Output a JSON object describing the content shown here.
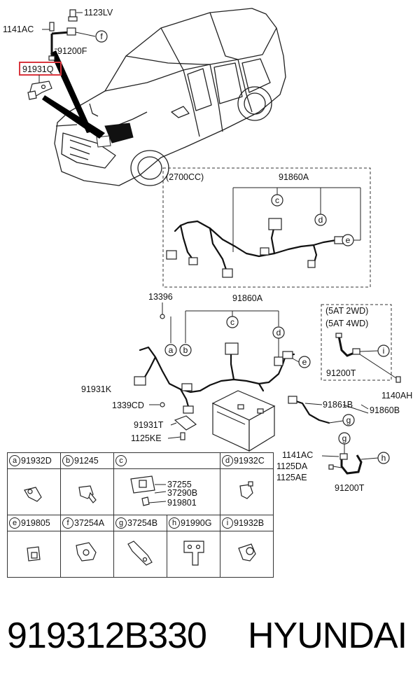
{
  "labels": {
    "p1123LV": "1123LV",
    "p1141AC_top": "1141AC",
    "p91200F": "91200F",
    "p91931Q": "91931Q",
    "variant_2700": "(2700CC)",
    "p91860A_top": "91860A",
    "p13396": "13396",
    "p91860A_mid": "91860A",
    "variant_5at2wd": "(5AT 2WD)",
    "variant_5at4wd": "(5AT 4WD)",
    "p91200T_right": "91200T",
    "p1140AH": "1140AH",
    "p91931K": "91931K",
    "p1339CD": "1339CD",
    "p91861B": "91861B",
    "p91860B": "91860B",
    "p91931T": "91931T",
    "p1125KE": "1125KE",
    "p1141AC_low": "1141AC",
    "p1125DA": "1125DA",
    "p1125AE": "1125AE",
    "p91200T_low": "91200T"
  },
  "callouts": {
    "a": "a",
    "b": "b",
    "c": "c",
    "d": "d",
    "e": "e",
    "f": "f",
    "g": "g",
    "h": "h",
    "i": "i"
  },
  "legend": {
    "row1": [
      {
        "tag": "a",
        "part": "91932D"
      },
      {
        "tag": "b",
        "part": "91245"
      },
      {
        "tag": "c",
        "part": "",
        "sub": [
          "37255",
          "37290B",
          "919801"
        ]
      },
      {
        "tag": "d",
        "part": "91932C"
      }
    ],
    "row2": [
      {
        "tag": "e",
        "part": "919805"
      },
      {
        "tag": "f",
        "part": "37254A"
      },
      {
        "tag": "g",
        "part": "37254B"
      },
      {
        "tag": "h",
        "part": "91990G"
      },
      {
        "tag": "i",
        "part": "91932B"
      }
    ]
  },
  "highlight_color": "#d9363e",
  "footer": {
    "part_number": "919312B330",
    "brand": "HYUNDAI"
  }
}
